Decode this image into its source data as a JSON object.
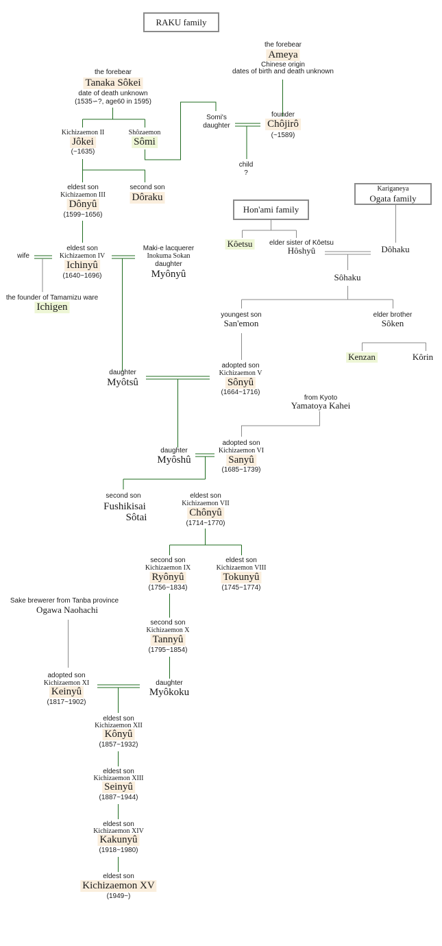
{
  "title": "RAKU family",
  "boxes": {
    "honami": "Hon'ami family",
    "kariganeya": "Kariganeya",
    "ogata": "Ogata family"
  },
  "ameya": {
    "role": "the forebear",
    "name": "Ameya",
    "note1": "Chinese origin",
    "note2": "dates of birth and death unknown"
  },
  "sokei": {
    "role": "the forebear",
    "name": "Tanaka Sôkei",
    "note1": "date of death unknown",
    "note2": "(1535∽?, age60 in 1595)"
  },
  "chojiro": {
    "role": "founder",
    "name": "Chôjirô",
    "dates": "(~1589)"
  },
  "somi_daughter": "Somi's daughter",
  "child": {
    "label": "child",
    "dates": "?"
  },
  "jokei": {
    "role": "Kichizaemon  II",
    "name": "Jôkei",
    "dates": "(~1635)"
  },
  "somi": {
    "role": "Shôzaemon",
    "name": "Sômi"
  },
  "donyu": {
    "role": "eldest son",
    "title": "Kichizaemon III",
    "name": "Dônyû",
    "dates": "(1599~1656)"
  },
  "doraku": {
    "role": "second son",
    "name": "Dôraku"
  },
  "koetsu": {
    "name": "Kôetsu"
  },
  "hoshyu": {
    "role": "elder sister of Kôetsu",
    "name": "Hôshyû"
  },
  "dohaku": {
    "name": "Dôhaku"
  },
  "sohaku": {
    "name": "Sôhaku"
  },
  "wife": "wife",
  "ichinyu": {
    "role": "eldest son",
    "title": "Kichizaemon IV",
    "name": "Ichinyû",
    "dates": "(1640~1696)"
  },
  "myonyu": {
    "role1": "Maki-e lacquerer",
    "role2": "Inokuma Sokan",
    "role3": "daughter",
    "name": "Myônyû"
  },
  "ichigen": {
    "role": "the founder of Tamamizu ware",
    "name": "Ichigen"
  },
  "sanemon": {
    "role": "youngest son",
    "name": "San'emon"
  },
  "soken": {
    "role": "elder brother",
    "name": "Sôken"
  },
  "kenzan": {
    "name": "Kenzan"
  },
  "korin": {
    "name": "Kôrin"
  },
  "myotsu": {
    "role": "daughter",
    "name": "Myôtsû"
  },
  "sonyu": {
    "role": "adopted son",
    "title": "Kichizaemon V",
    "name": "Sônyû",
    "dates": "(1664~1716)"
  },
  "kahei": {
    "role": "from Kyoto",
    "name": "Yamatoya Kahei"
  },
  "myoshu": {
    "role": "daughter",
    "name": "Myôshû"
  },
  "sanyu": {
    "role": "adopted son",
    "title": "Kichizaemon VI",
    "name": "Sanyû",
    "dates": "(1685~1739)"
  },
  "sotai": {
    "role": "second son",
    "name1": "Fushikisai",
    "name2": "Sôtai"
  },
  "chonyu": {
    "role": "eldest son",
    "title": "Kichizaemon VII",
    "name": "Chônyû",
    "dates": "(1714~1770)"
  },
  "ryonyu": {
    "role": "second son",
    "title": "Kichizaemon IX",
    "name": "Ryônyû",
    "dates": "(1756~1834)"
  },
  "tokunyu": {
    "role": "eldest son",
    "title": "Kichizaemon VIII",
    "name": "Tokunyû",
    "dates": "(1745~1774)"
  },
  "naohachi": {
    "role": "Sake brewerer from Tanba province",
    "name": "Ogawa Naohachi"
  },
  "tannyu": {
    "role": "second son",
    "title": "Kichizaemon X",
    "name": "Tannyû",
    "dates": "(1795~1854)"
  },
  "keinyu": {
    "role": "adopted son",
    "title": "Kichizaemon XI",
    "name": "Keinyû",
    "dates": "(1817~1902)"
  },
  "myokoku": {
    "role": "daughter",
    "name": "Myôkoku"
  },
  "konyu": {
    "role": "eldest son",
    "title": "Kichizaemon XII",
    "name": "Kônyû",
    "dates": "(1857~1932)"
  },
  "seinyu": {
    "role": "eldest son",
    "title": "Kichizaemon XIII",
    "name": "Seinyû",
    "dates": "(1887~1944)"
  },
  "kakunyu": {
    "role": "eldest son",
    "title": "Kichizaemon XIV",
    "name": "Kakunyû",
    "dates": "(1918~1980)"
  },
  "kichizaemon15": {
    "role": "eldest son",
    "name": "Kichizaemon XV",
    "dates": "(1949~)"
  },
  "colors": {
    "green_line": "#1e6b1e",
    "gray_line": "#8a8a8a",
    "highlight_beige": "#faeedd",
    "highlight_green": "#eef6d6"
  }
}
